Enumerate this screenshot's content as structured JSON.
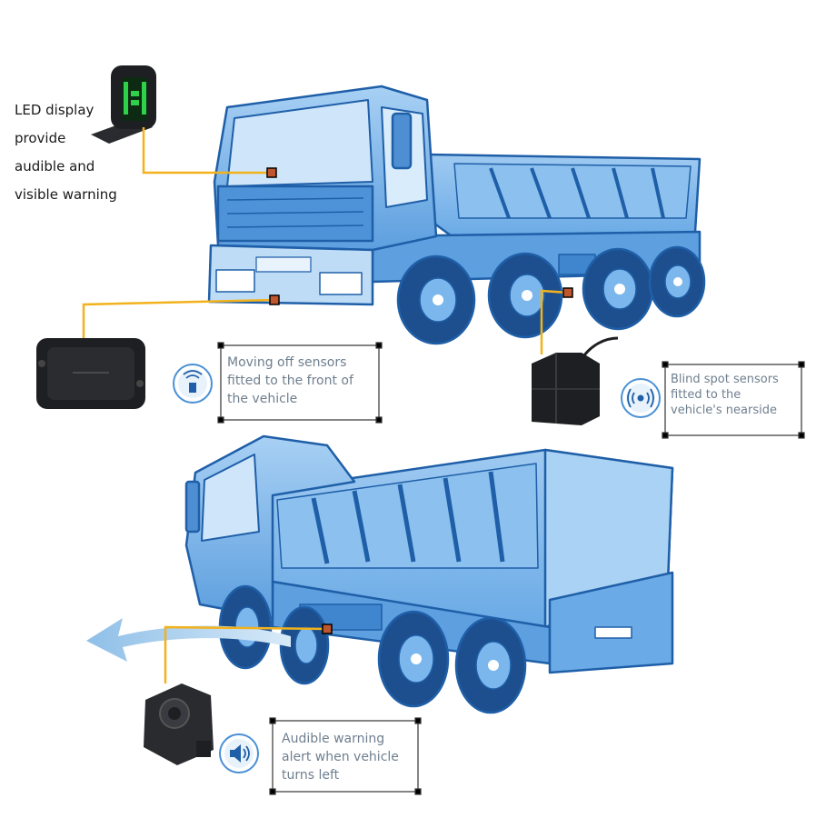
{
  "labels": {
    "led_display": [
      "LED display",
      "provide",
      "audible and",
      "visible warning"
    ],
    "moving_off": [
      "Moving off sensors",
      "fitted to the front of",
      "the vehicle"
    ],
    "blind_spot": [
      "Blind spot sensors",
      "fitted to the",
      "vehicle's nearside"
    ],
    "audible_alert": [
      "Audible warning",
      "alert when vehicle",
      "turns left"
    ]
  },
  "icons": {
    "moving_off": "sensor-wave-icon",
    "blind_spot": "radar-signal-icon",
    "audible_alert": "speaker-icon"
  },
  "colors": {
    "truck_body": "#6eaee8",
    "truck_outline": "#1f5fa8",
    "wheel": "#1d4f8e",
    "leader_line": "#f2b21c",
    "icon_ring": "#4a90d6",
    "device": "#1e1f22",
    "arrow": "#9cc6ea"
  }
}
